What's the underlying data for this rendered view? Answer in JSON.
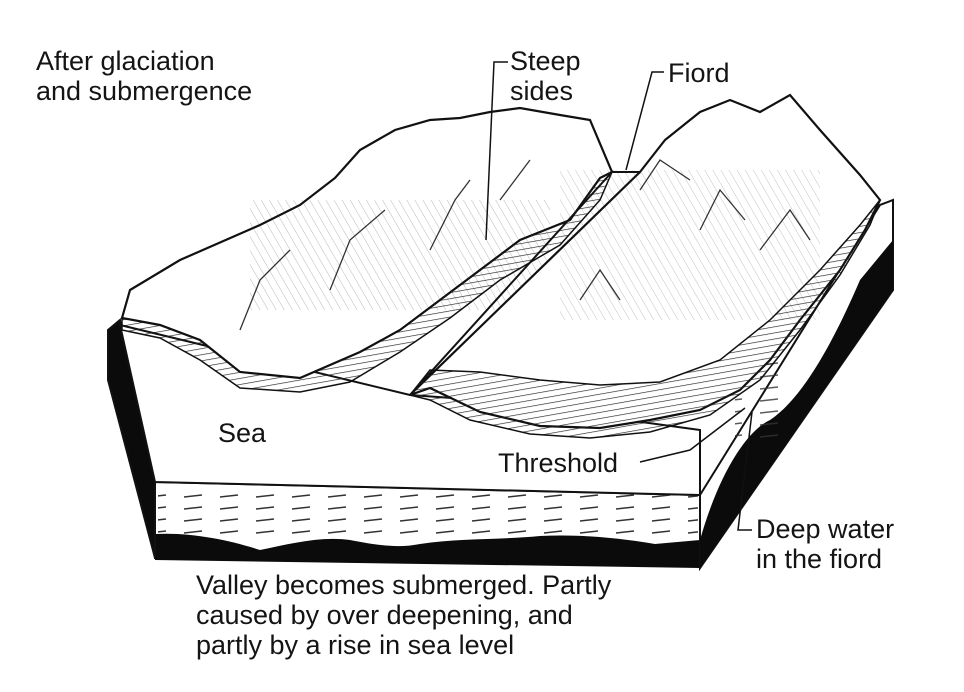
{
  "title": {
    "line1": "After glaciation",
    "line2": "and submergence"
  },
  "labels": {
    "steep_sides": [
      "Steep",
      "sides"
    ],
    "fiord": "Fiord",
    "sea": "Sea",
    "threshold": "Threshold",
    "deep_water": [
      "Deep water",
      "in the fiord"
    ]
  },
  "caption": {
    "line1": "Valley becomes submerged. Partly",
    "line2": "caused by over deepening, and",
    "line3": "partly by a rise in sea level"
  },
  "colors": {
    "ink": "#141414",
    "paper": "#ffffff",
    "shadow": "#0b0b0b"
  }
}
